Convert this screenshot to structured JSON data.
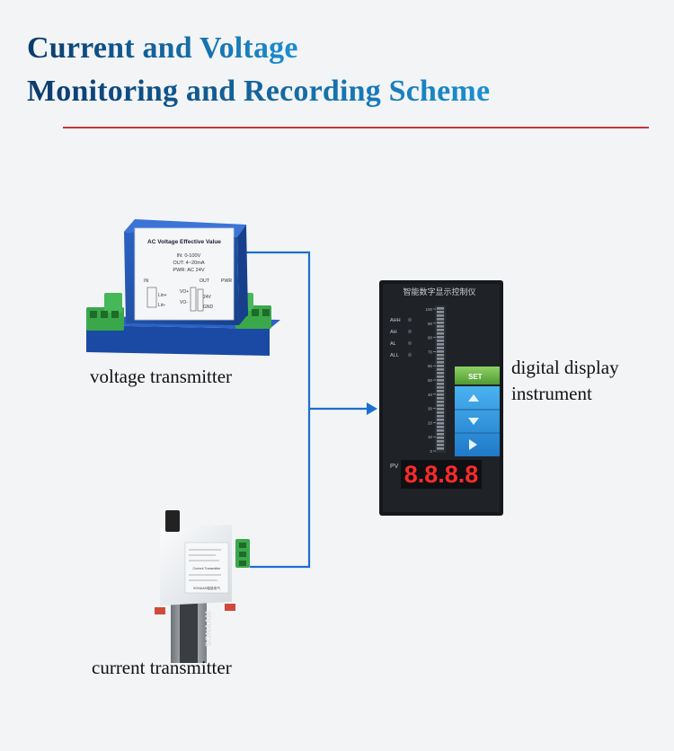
{
  "title": {
    "line1": "Current and Voltage",
    "line2": "Monitoring and Recording Scheme"
  },
  "colors": {
    "title_gradient": [
      "#0b3a6b",
      "#1d8fd0"
    ],
    "rule": "#c8323c",
    "wire": "#1e6fd0",
    "display_green": "#6ab04c",
    "display_blue": "#2f8fd8",
    "led_red": "#ff2a2a"
  },
  "captions": {
    "voltage": "voltage transmitter",
    "current": "current transmitter",
    "display_line1": "digital display",
    "display_line2": "instrument"
  },
  "voltage_module": {
    "label_title": "AC Voltage Effective Value",
    "spec_in": "IN: 0-100V",
    "spec_out": "OUT: 4~20mA",
    "spec_pwr": "PWR: AC 24V",
    "term_in": "IN",
    "term_out": "OUT",
    "term_pwr": "PWR",
    "term_lin": "Lin+",
    "term_lin2": "Lin-",
    "term_vo": "VO+",
    "term_vo2": "VO-",
    "term_24v": "24V",
    "term_gnd": "GND"
  },
  "display": {
    "header": "智能数字显示控制仪",
    "indicators": [
      "AHH",
      "AH",
      "AL",
      "ALL"
    ],
    "scale": [
      "100",
      "90",
      "80",
      "70",
      "60",
      "50",
      "40",
      "30",
      "20",
      "10",
      "0"
    ],
    "set_label": "SET",
    "pv_label": "PV",
    "readout": "8.8.8.8"
  },
  "current_module": {
    "brand": "SONAAM",
    "label_lines": [
      "Current Transmitter",
      "SONAAM智能电气"
    ]
  }
}
